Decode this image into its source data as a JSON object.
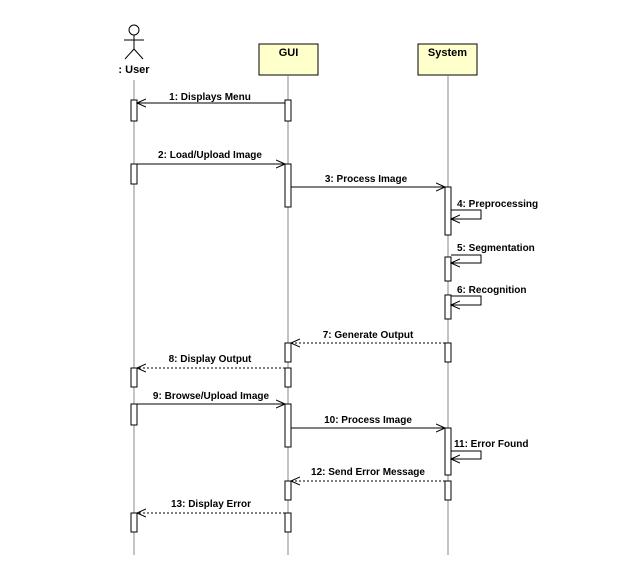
{
  "participants": {
    "user": {
      "label": ": User",
      "kind": "actor"
    },
    "gui": {
      "label": "GUI",
      "kind": "object"
    },
    "system": {
      "label": "System",
      "kind": "object"
    }
  },
  "messages": [
    {
      "label": "1: Displays Menu",
      "from": "gui",
      "to": "user",
      "type": "sync"
    },
    {
      "label": "2: Load/Upload Image",
      "from": "user",
      "to": "gui",
      "type": "sync"
    },
    {
      "label": "3: Process Image",
      "from": "gui",
      "to": "system",
      "type": "sync"
    },
    {
      "label": "4: Preprocessing",
      "from": "system",
      "to": "system",
      "type": "self"
    },
    {
      "label": "5: Segmentation",
      "from": "system",
      "to": "system",
      "type": "self"
    },
    {
      "label": "6: Recognition",
      "from": "system",
      "to": "system",
      "type": "self"
    },
    {
      "label": "7: Generate Output",
      "from": "system",
      "to": "gui",
      "type": "return"
    },
    {
      "label": "8: Display Output",
      "from": "gui",
      "to": "user",
      "type": "return"
    },
    {
      "label": "9: Browse/Upload Image",
      "from": "user",
      "to": "gui",
      "type": "sync"
    },
    {
      "label": "10: Process Image",
      "from": "gui",
      "to": "system",
      "type": "sync"
    },
    {
      "label": "11: Error Found",
      "from": "system",
      "to": "system",
      "type": "self"
    },
    {
      "label": "12: Send Error Message",
      "from": "system",
      "to": "gui",
      "type": "return"
    },
    {
      "label": "13: Display Error",
      "from": "gui",
      "to": "user",
      "type": "return"
    }
  ],
  "colors": {
    "object_fill": "#ffffcc",
    "line": "#000000",
    "lifeline": "#888888"
  }
}
